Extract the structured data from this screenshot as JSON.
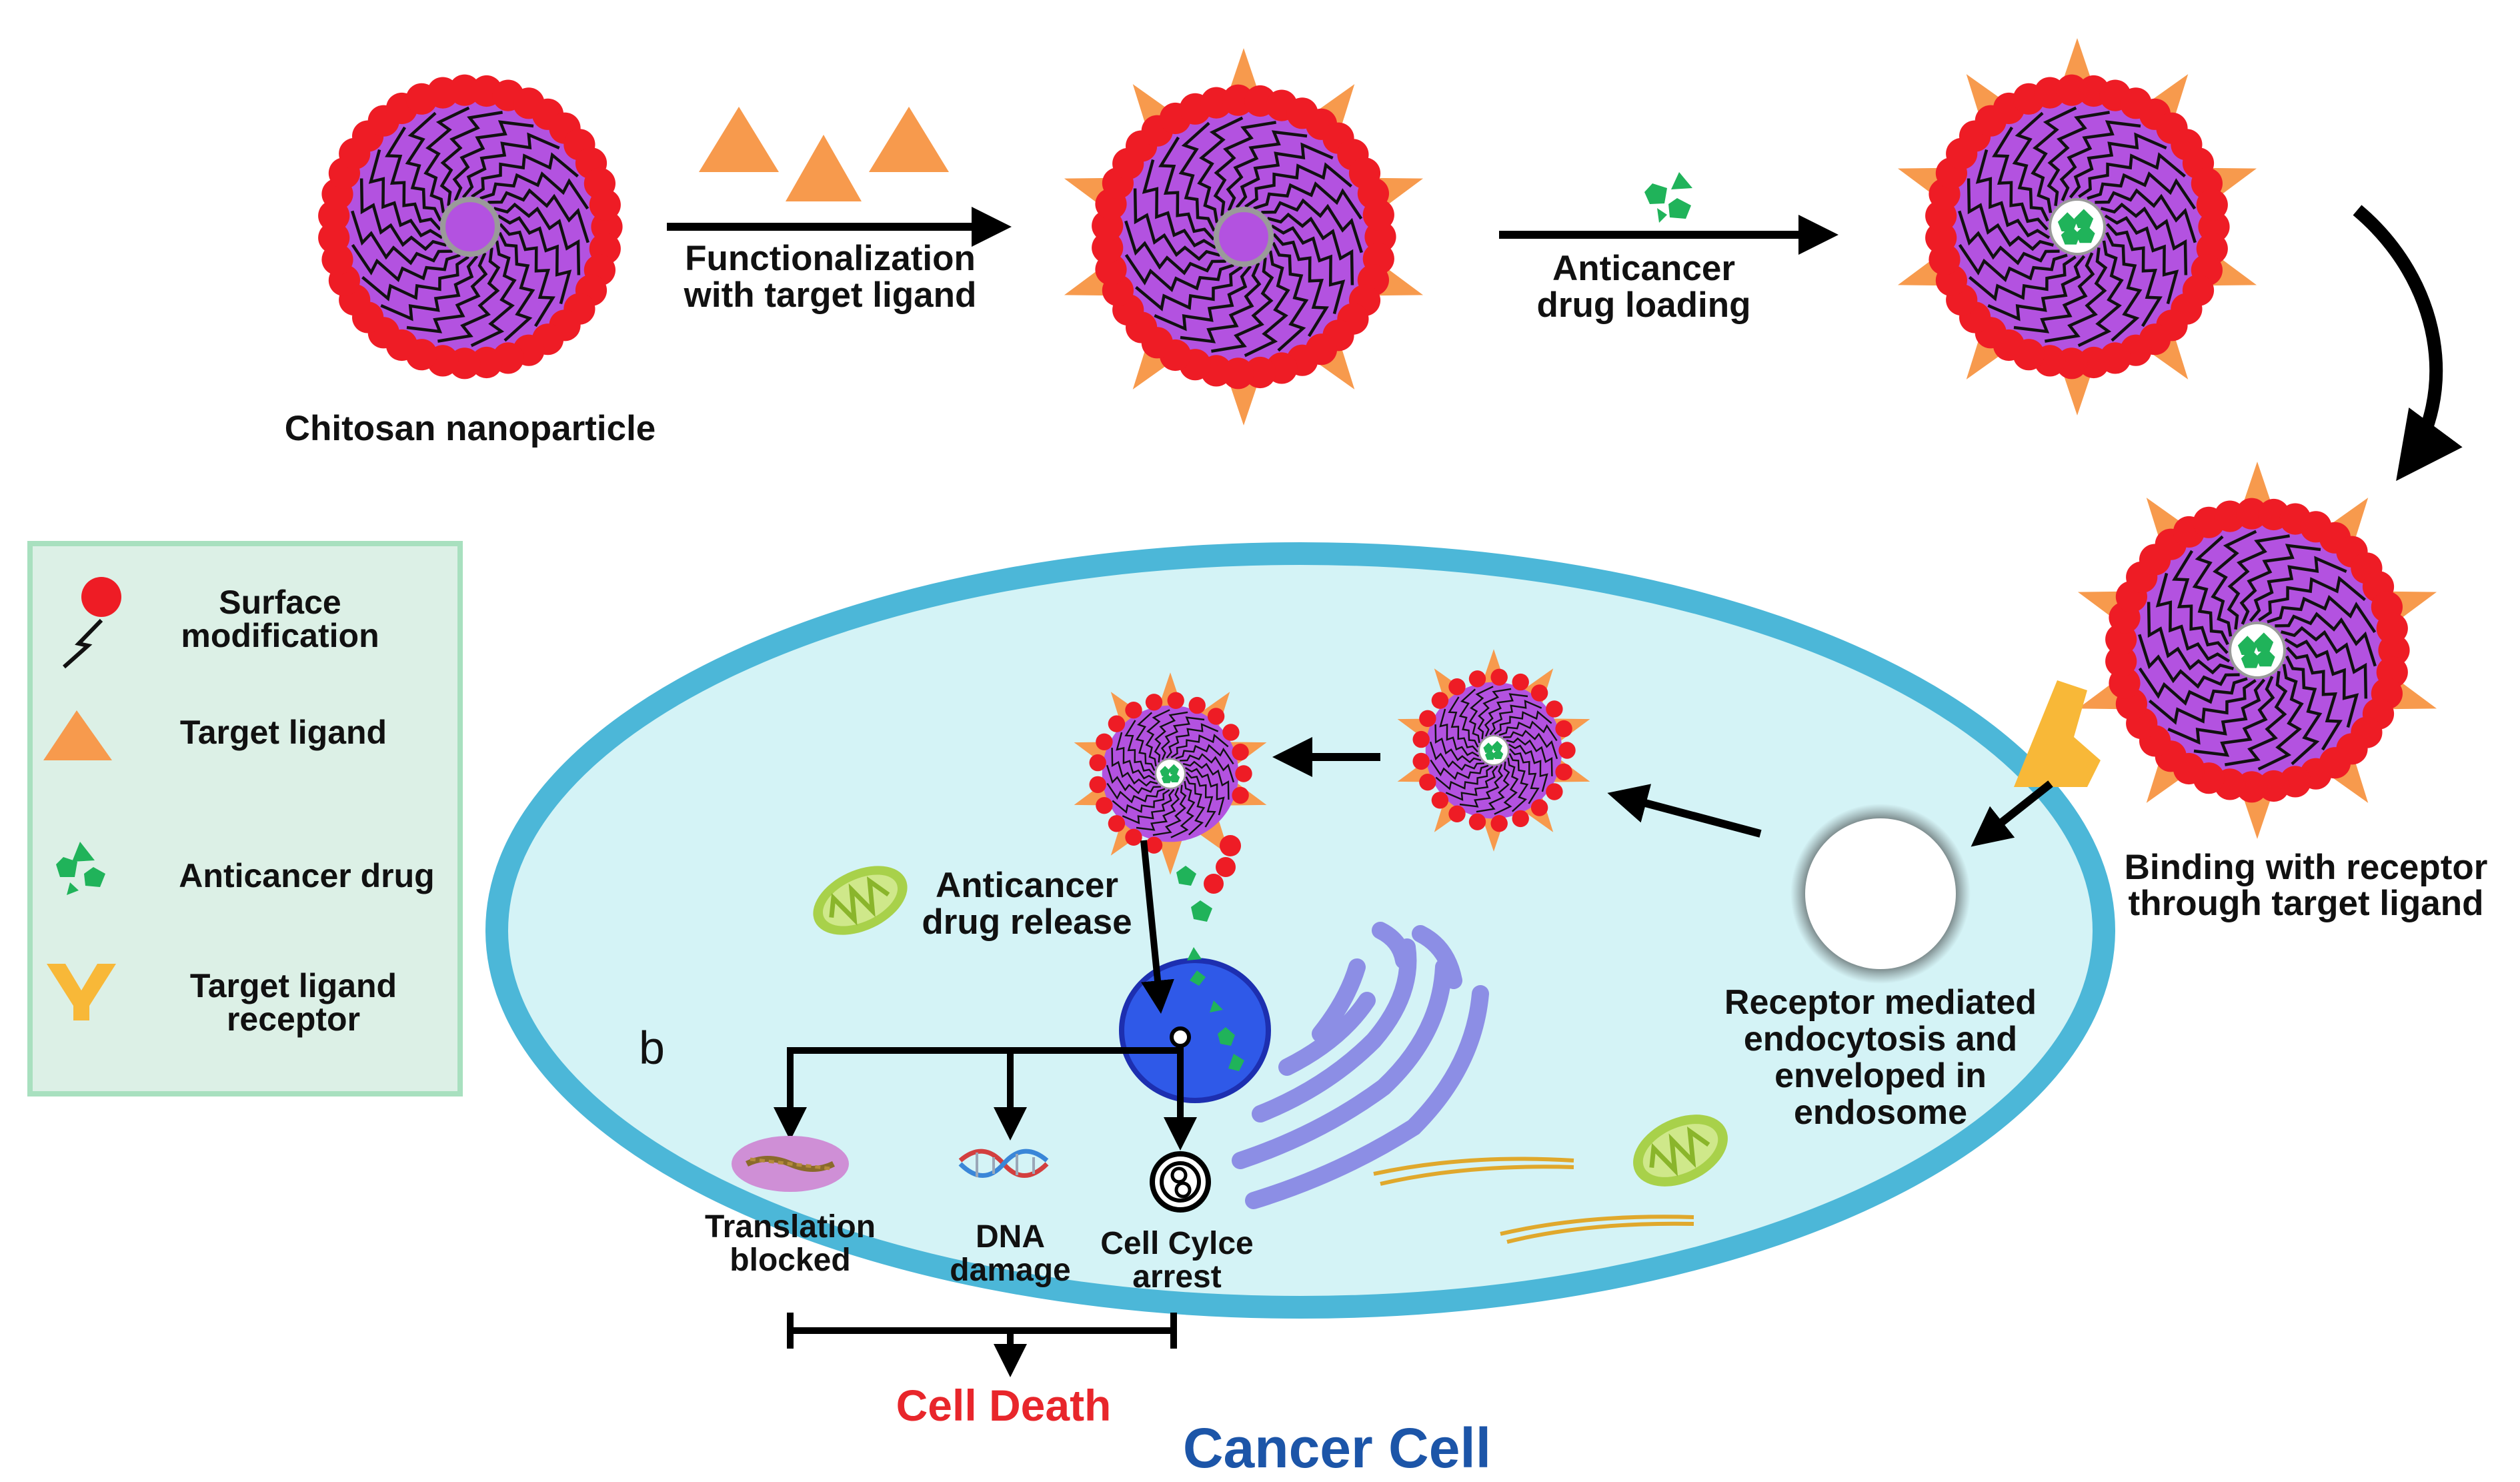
{
  "labels": {
    "chitosan": "Chitosan nanoparticle",
    "functionalization_1": "Functionalization",
    "functionalization_2": "with target ligand",
    "drug_loading_1": "Anticancer",
    "drug_loading_2": "drug loading",
    "binding_1": "Binding with receptor",
    "binding_2": "through target ligand",
    "endocytosis_1": "Receptor mediated",
    "endocytosis_2": "endocytosis and",
    "endocytosis_3": "enveloped in",
    "endocytosis_4": "endosome",
    "drug_release_1": "Anticancer",
    "drug_release_2": "drug release",
    "panel_letter": "b",
    "translation_1": "Translation",
    "translation_2": "blocked",
    "dna_1": "DNA",
    "dna_2": "damage",
    "cell_cycle_1": "Cell Cylce",
    "cell_cycle_2": "arrest",
    "cell_death": "Cell Death",
    "cancer_cell": "Cancer Cell"
  },
  "legend": {
    "surface_modification_1": "Surface",
    "surface_modification_2": "modification",
    "target_ligand": "Target ligand",
    "anticancer_drug": "Anticancer drug",
    "receptor_1": "Target ligand",
    "receptor_2": "receptor"
  },
  "colors": {
    "bead": "#ee1c25",
    "core": "#b352e0",
    "ligand": "#f79a4d",
    "drug": "#20b35a",
    "receptor": "#f8b838",
    "cell_membrane": "#4cb7d8",
    "cytoplasm": "#d4f3f6",
    "nucleus": "#2f59e8",
    "legend_bg": "#dcf0e6",
    "legend_border": "#a8e0bf",
    "cell_death": "#e8262b",
    "cancer_cell": "#1c55a8"
  }
}
